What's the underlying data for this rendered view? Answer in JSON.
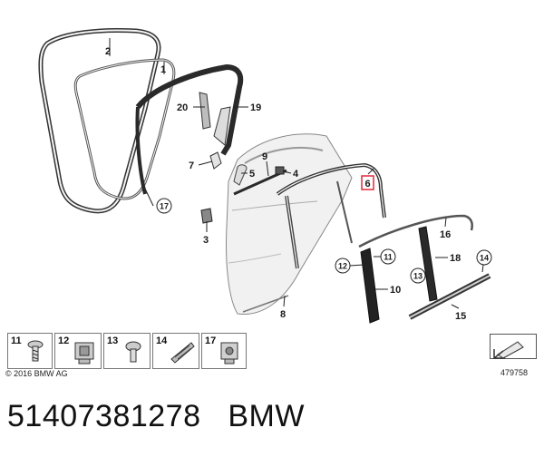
{
  "diagram": {
    "callouts": {
      "c1": "1",
      "c2": "2",
      "c3": "3",
      "c4": "4",
      "c5": "5",
      "c6": "6",
      "c7": "7",
      "c8": "8",
      "c9": "9",
      "c10": "10",
      "c11": "11",
      "c12": "12",
      "c13": "13",
      "c14": "14",
      "c15": "15",
      "c16": "16",
      "c17": "17",
      "c18": "18",
      "c19": "19",
      "c20": "20"
    },
    "highlight_color": "#e0283a",
    "line_color": "#222222"
  },
  "legend": [
    {
      "number": "11",
      "icon": "screw-icon"
    },
    {
      "number": "12",
      "icon": "clip-nut-icon"
    },
    {
      "number": "13",
      "icon": "bolt-icon"
    },
    {
      "number": "14",
      "icon": "seal-strip-icon"
    },
    {
      "number": "17",
      "icon": "clip-nut-icon"
    }
  ],
  "copyright": "© 2016 BMW AG",
  "reference_number": "479758",
  "part_number": "51407381278",
  "brand": "BMW"
}
